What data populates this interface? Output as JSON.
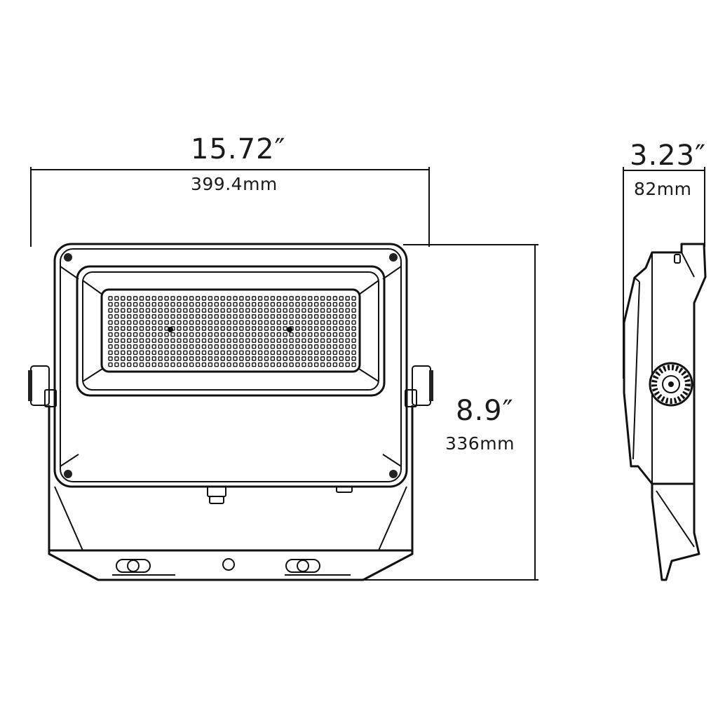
{
  "dimensions": {
    "width": {
      "inches": "15.72″",
      "mm": "399.4mm"
    },
    "height": {
      "inches": "8.9″",
      "mm": "336mm"
    },
    "depth": {
      "inches": "3.23″",
      "mm": "82mm"
    }
  },
  "colors": {
    "line": "#111111",
    "background": "#ffffff"
  }
}
